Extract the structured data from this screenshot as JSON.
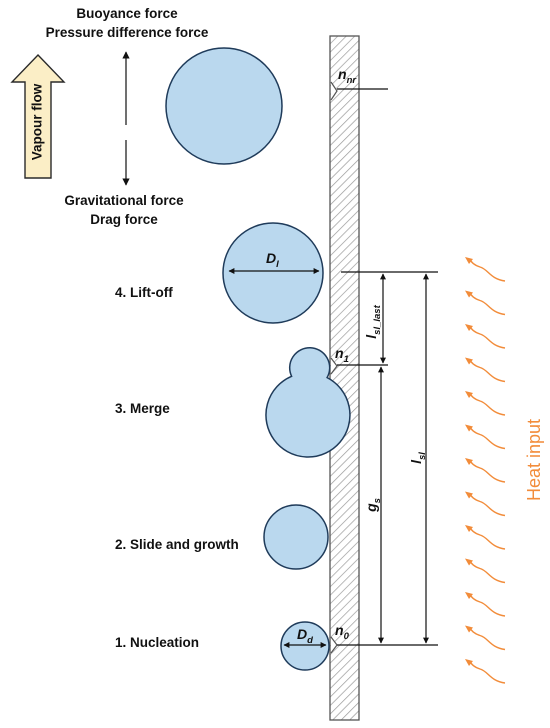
{
  "forces": {
    "up_line1": "Buoyance force",
    "up_line2": "Pressure difference force",
    "down_line1": "Gravitational force",
    "down_line2": "Drag force"
  },
  "vapour_flow_label": "Vapour flow",
  "stages": {
    "liftoff": "4. Lift-off",
    "merge": "3. Merge",
    "slide": "2. Slide and growth",
    "nucleation": "1. Nucleation"
  },
  "sites": {
    "n_nr": {
      "main": "n",
      "sub": "nr"
    },
    "n_1": {
      "main": "n",
      "sub": "1"
    },
    "n_0": {
      "main": "n",
      "sub": "0"
    }
  },
  "dimensions": {
    "D_l": {
      "main": "D",
      "sub": "l"
    },
    "D_d": {
      "main": "D",
      "sub": "d"
    },
    "l_sl_last": {
      "main": "l",
      "sub": "sl_last"
    },
    "g_s": {
      "main": "g",
      "sub": "s"
    },
    "l_sl": {
      "main": "l",
      "sub": "sl"
    }
  },
  "heat_input_label": "Heat input",
  "colors": {
    "bubble_fill": "#bad8ee",
    "bubble_stroke": "#1f3b5a",
    "heat": "#f28c3a",
    "arrow_fill": "#fbeec6"
  }
}
